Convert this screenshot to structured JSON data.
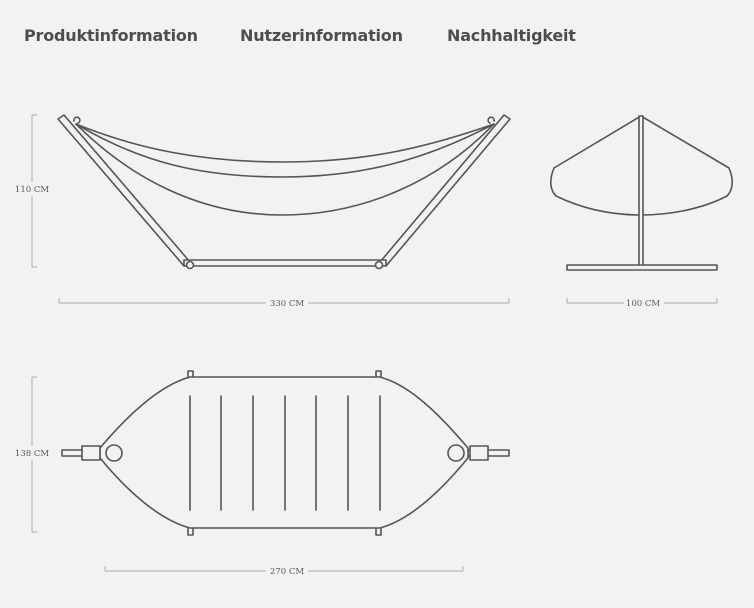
{
  "tabs": [
    {
      "label": "Produktinformation"
    },
    {
      "label": "Nutzerinformation"
    },
    {
      "label": "Nachhaltigkeit"
    }
  ],
  "dimensions": {
    "side_height": "110 CM",
    "side_length": "330 CM",
    "front_width": "100 CM",
    "top_width": "138 CM",
    "top_length": "270 CM"
  }
}
